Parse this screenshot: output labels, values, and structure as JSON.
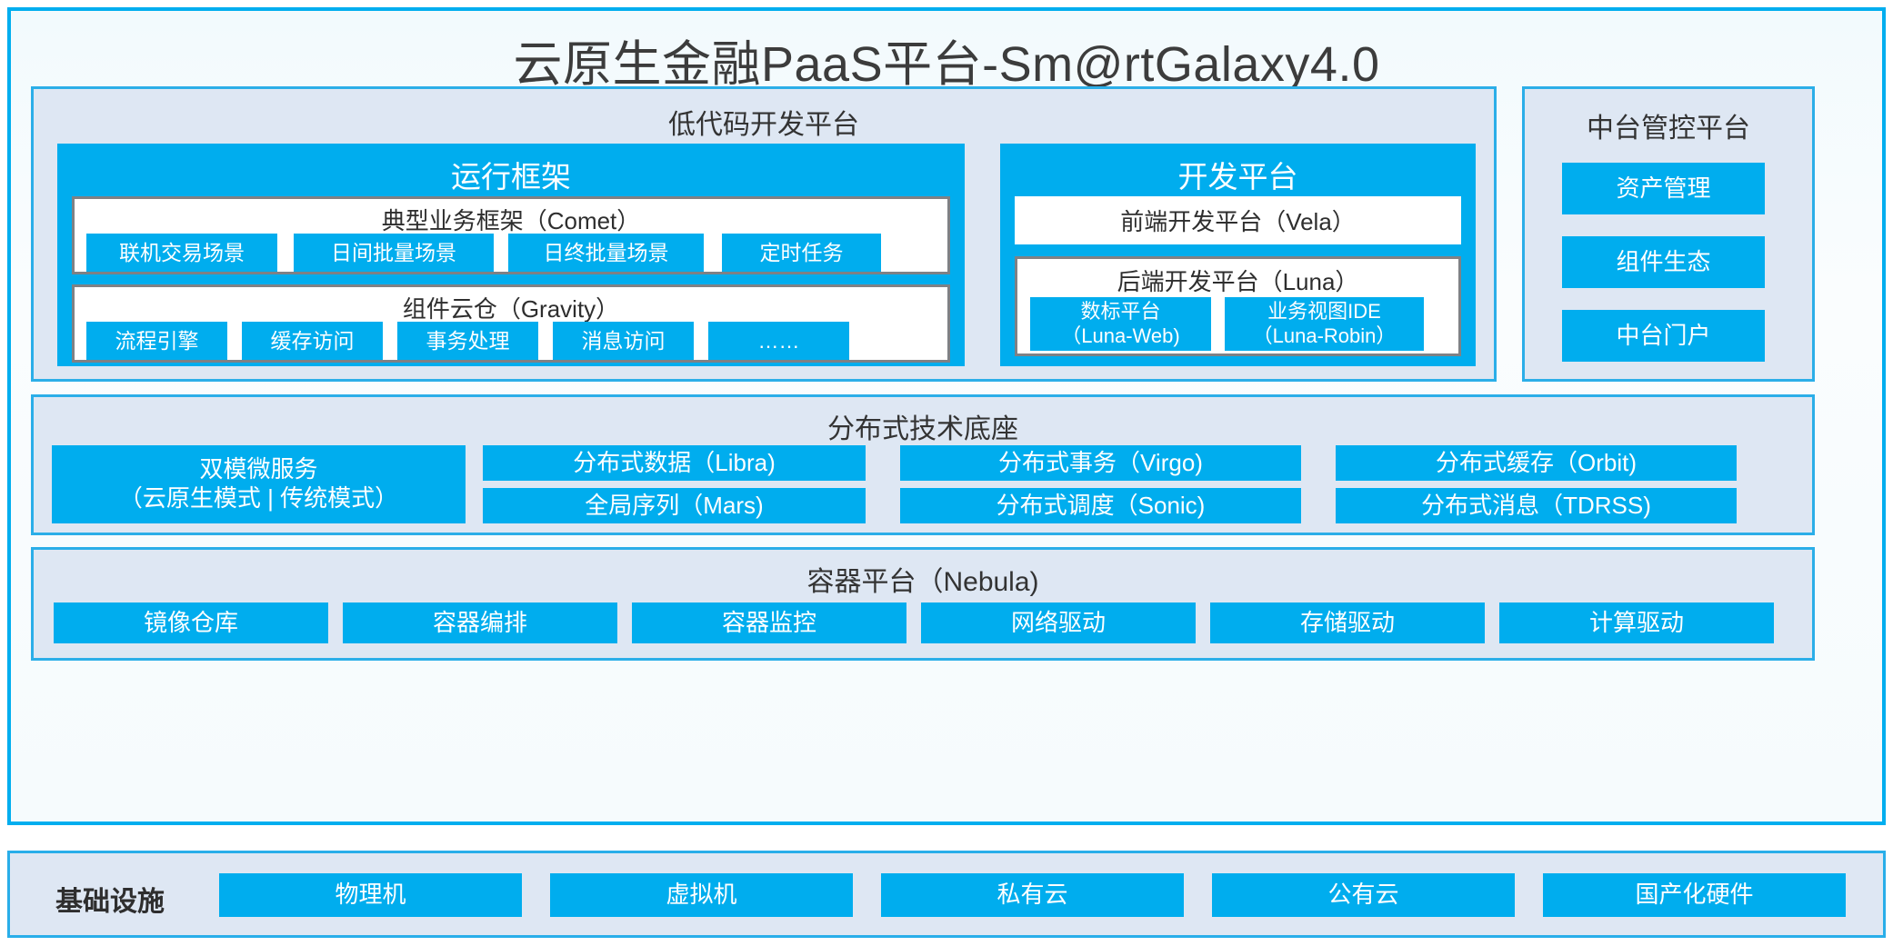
{
  "colors": {
    "accent_blue": "#00ADEE",
    "panel_bg": "#DEE7F3",
    "panel_border": "#2BAEE8",
    "card_border": "#7F8185",
    "text_dark": "#333333",
    "frame_bg": "#F6FBFD"
  },
  "header": {
    "title": "云原生金融PaaS平台-Sm@rtGalaxy4.0"
  },
  "lowcode": {
    "title": "低代码开发平台",
    "runtime": {
      "title": "运行框架",
      "comet": {
        "title": "典型业务框架（Comet）",
        "items": [
          "联机交易场景",
          "日间批量场景",
          "日终批量场景",
          "定时任务"
        ]
      },
      "gravity": {
        "title": "组件云仓（Gravity）",
        "items": [
          "流程引擎",
          "缓存访问",
          "事务处理",
          "消息访问",
          "……"
        ]
      }
    },
    "devplatform": {
      "title": "开发平台",
      "frontend": "前端开发平台（Vela）",
      "backend": {
        "title": "后端开发平台（Luna）",
        "items": [
          "数标平台\n（Luna-Web)",
          "业务视图IDE\n（Luna-Robin）"
        ]
      }
    }
  },
  "midoffice": {
    "title": "中台管控平台",
    "items": [
      "资产管理",
      "组件生态",
      "中台门户"
    ]
  },
  "distributed": {
    "title": "分布式技术底座",
    "microservice": "双模微服务\n（云原生模式 | 传统模式）",
    "grid": [
      [
        "分布式数据（Libra)",
        "分布式事务（Virgo)",
        "分布式缓存（Orbit)"
      ],
      [
        "全局序列（Mars)",
        "分布式调度（Sonic)",
        "分布式消息（TDRSS)"
      ]
    ]
  },
  "container": {
    "title": "容器平台（Nebula)",
    "items": [
      "镜像仓库",
      "容器编排",
      "容器监控",
      "网络驱动",
      "存储驱动",
      "计算驱动"
    ]
  },
  "infrastructure": {
    "label": "基础设施",
    "items": [
      "物理机",
      "虚拟机",
      "私有云",
      "公有云",
      "国产化硬件"
    ]
  }
}
